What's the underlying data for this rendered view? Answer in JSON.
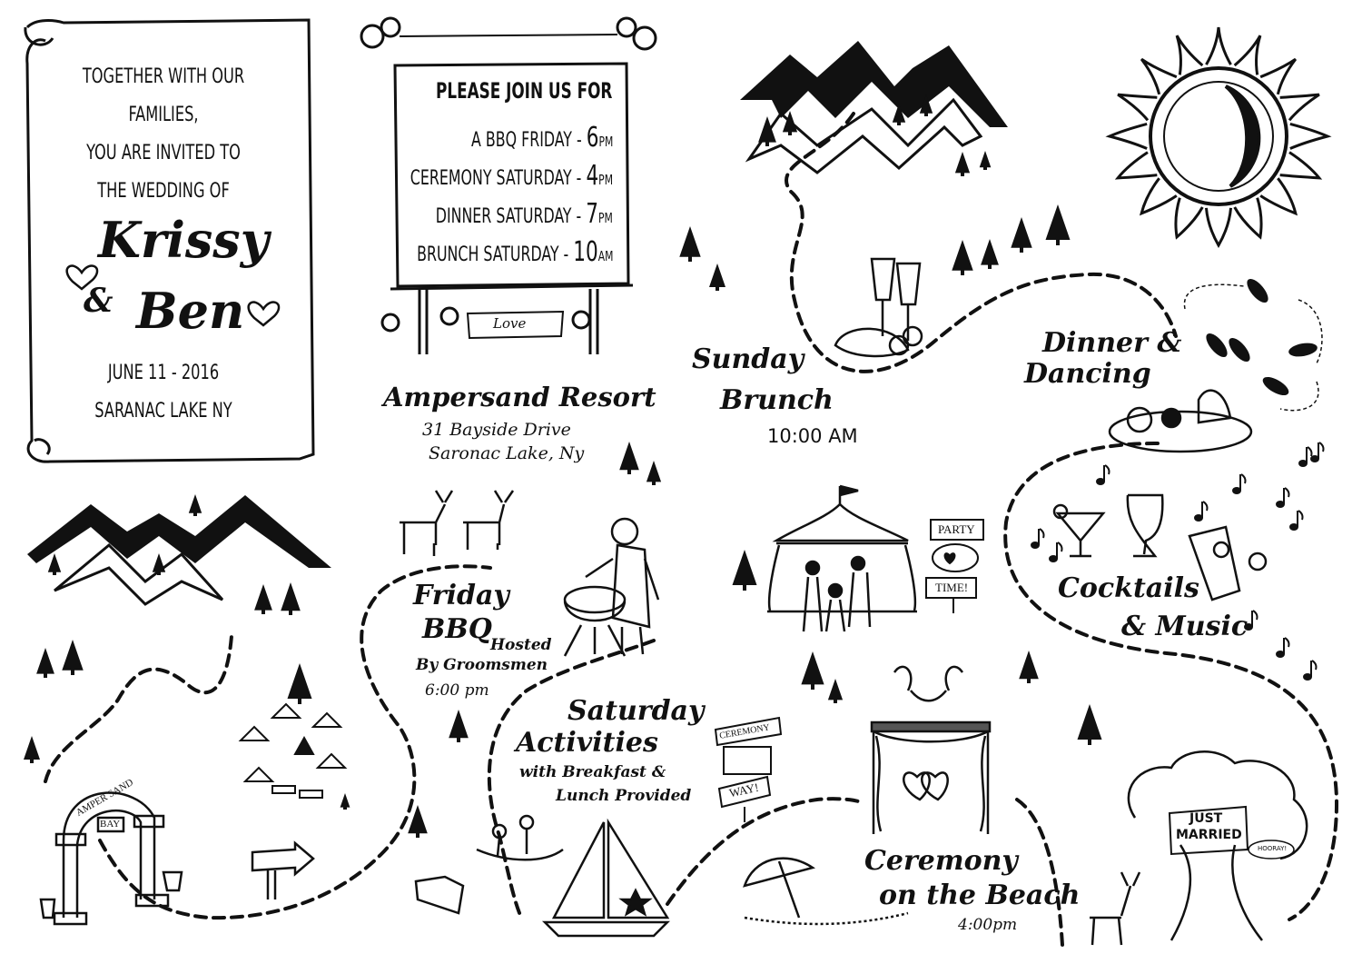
{
  "invitation": {
    "lines": [
      "Together with our",
      "families,",
      "you are invited to",
      "the wedding of"
    ],
    "name_1": "Krissy",
    "ampersand": "&",
    "name_2": "Ben",
    "date": "June 11 - 2016",
    "location": "Saranac Lake NY"
  },
  "schedule_sign": {
    "heading": "Please join us for",
    "events": [
      {
        "label": "A BBQ Friday -",
        "time": "6",
        "suffix": "PM"
      },
      {
        "label": "Ceremony Saturday -",
        "time": "4",
        "suffix": "PM"
      },
      {
        "label": "Dinner Saturday -",
        "time": "7",
        "suffix": "PM"
      },
      {
        "label": "Brunch Saturday -",
        "time": "10",
        "suffix": "AM"
      }
    ],
    "hanging_sign": "Love"
  },
  "venue": {
    "name": "Ampersand Resort",
    "address_1": "31 Bayside Drive",
    "address_2": "Saronac Lake, Ny"
  },
  "stops": {
    "sunday_brunch": {
      "title_1": "Sunday",
      "title_2": "Brunch",
      "time": "10:00 AM"
    },
    "dinner_dancing": {
      "title_1": "Dinner &",
      "title_2": "Dancing"
    },
    "cocktails_music": {
      "title_1": "Cocktails",
      "title_2": "& Music"
    },
    "friday_bbq": {
      "title_1": "Friday",
      "title_2": "BBQ",
      "hosted": "Hosted",
      "by": "By Groomsmen",
      "time": "6:00 pm"
    },
    "saturday_activities": {
      "title_1": "Saturday",
      "title_2": "Activities",
      "detail_1": "with Breakfast &",
      "detail_2": "Lunch Provided"
    },
    "ceremony_beach": {
      "title_1": "Ceremony",
      "title_2": "on the Beach",
      "time": "4:00pm"
    }
  },
  "signs": {
    "party": "PARTY",
    "time": "TIME!",
    "ceremony": "CEREMONY",
    "way": "WAY!",
    "arch_top": "AMPER SAND",
    "arch_plaque": "BAY",
    "tree_sign_1": "JUST",
    "tree_sign_2": "MARRIED",
    "hooray": "HOORAY!"
  },
  "icons": [
    "scroll",
    "sign-board",
    "mountains",
    "pine-tree",
    "sun-moon",
    "champagne-glasses",
    "footprints",
    "cocktail-glasses",
    "music-note",
    "circus-tent-band",
    "deer",
    "grill-chef",
    "tents-campfire",
    "arch",
    "arrow-sign",
    "sailboat",
    "canoe",
    "beach-umbrella",
    "wedding-arbor",
    "doves",
    "hearts",
    "just-married-tree"
  ],
  "colors": {
    "ink": "#111111",
    "paper": "#ffffff"
  }
}
